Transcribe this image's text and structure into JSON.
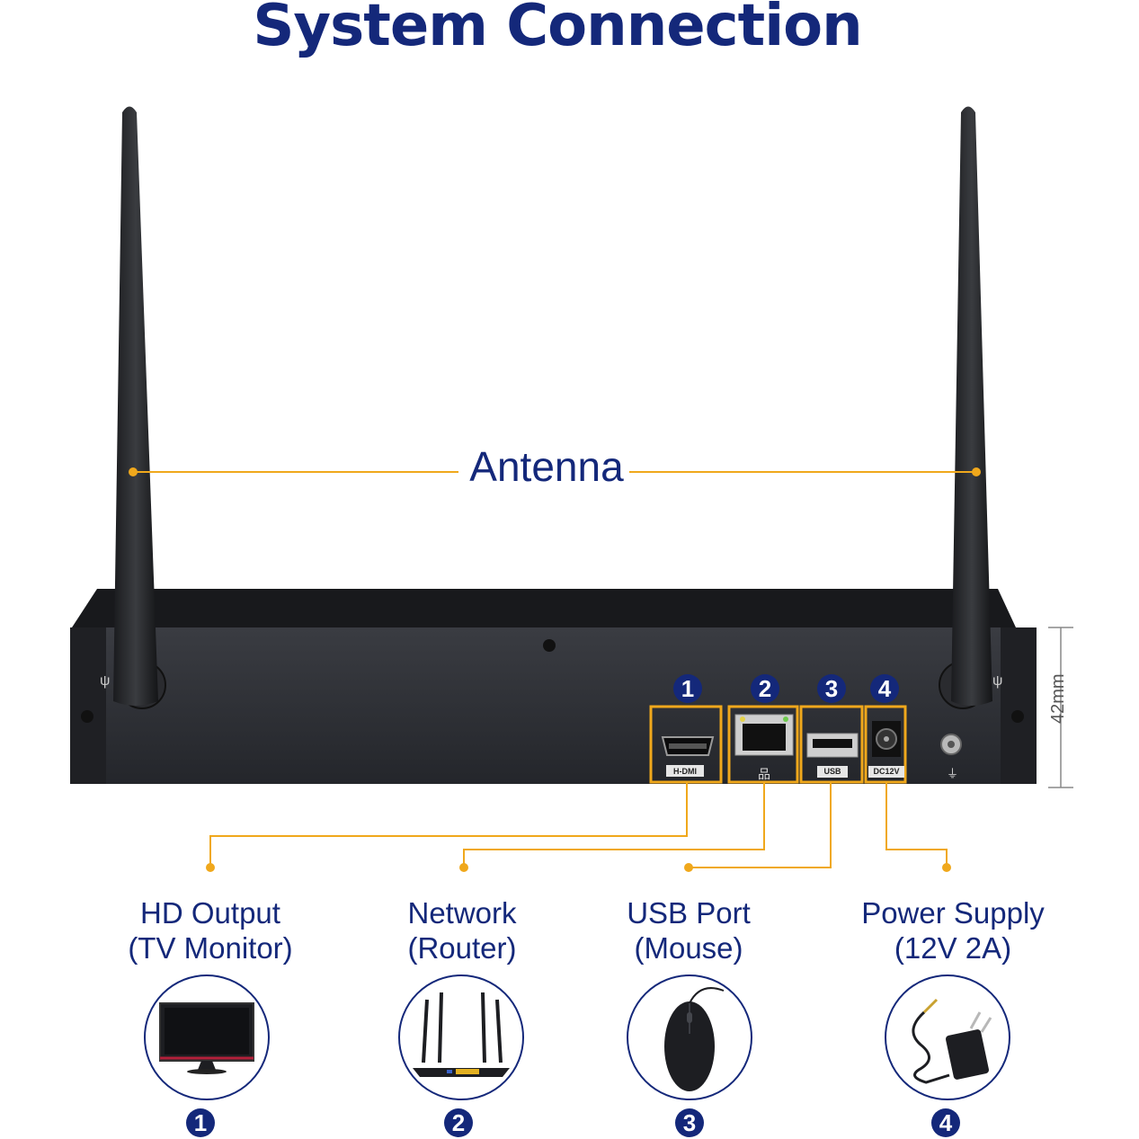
{
  "title": "System Connection",
  "antenna_label": "Antenna",
  "dimension_label": "42mm",
  "ports": [
    {
      "num": "1",
      "label": "H-DMI"
    },
    {
      "num": "2",
      "label": ""
    },
    {
      "num": "3",
      "label": "USB"
    },
    {
      "num": "4",
      "label": "DC12V"
    }
  ],
  "devices": [
    {
      "line1": "HD Output",
      "line2": "(TV Monitor)",
      "num": "1",
      "icon": "tv-monitor-icon"
    },
    {
      "line1": "Network",
      "line2": "(Router)",
      "num": "2",
      "icon": "router-icon"
    },
    {
      "line1": "USB Port",
      "line2": "(Mouse)",
      "num": "3",
      "icon": "mouse-icon"
    },
    {
      "line1": "Power Supply",
      "line2": "(12V 2A)",
      "num": "4",
      "icon": "power-adapter-icon"
    }
  ],
  "colors": {
    "navy": "#14287a",
    "orange": "#f0a81c",
    "device": "#2b2d33"
  }
}
